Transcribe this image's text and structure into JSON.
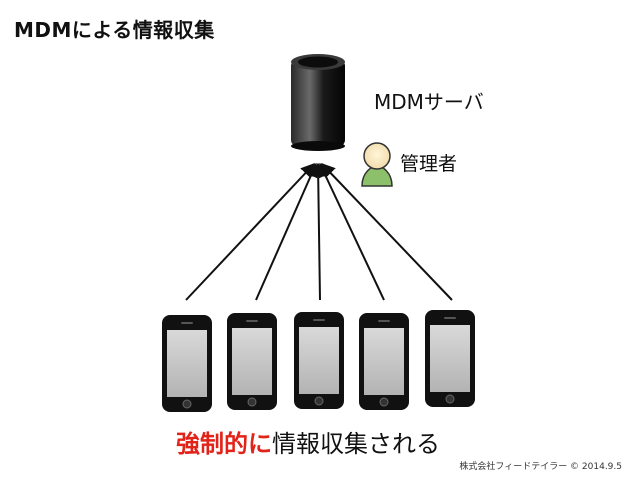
{
  "title": "MDMによる情報収集",
  "server": {
    "label": "MDMサーバ",
    "icon": "mac-pro-server-icon"
  },
  "admin": {
    "label": "管理者",
    "icon": "admin-person-icon"
  },
  "devices": {
    "icon": "smartphone-icon",
    "count": 5
  },
  "caption": {
    "emphasis": "強制的に",
    "rest": "情報収集される",
    "emphasis_color": "#e2231a"
  },
  "footer": "株式会社フィードテイラー © 2014.9.5"
}
